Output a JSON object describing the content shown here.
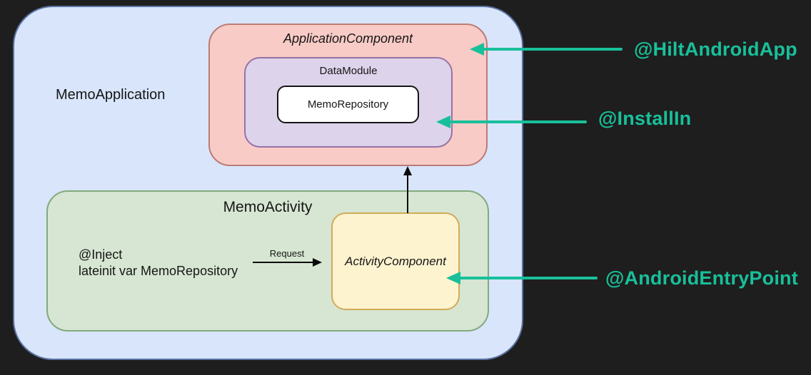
{
  "colors": {
    "background": "#1e1e1e",
    "app_box_fill": "#d8e5fb",
    "app_box_stroke": "#5a72a2",
    "application_component_fill": "#f8cbc7",
    "application_component_stroke": "#bd7b75",
    "data_module_fill": "#ddd3ea",
    "data_module_stroke": "#9673a6",
    "memo_repository_fill": "#ffffff",
    "memo_repository_stroke": "#141414",
    "memo_activity_fill": "#d6e6d2",
    "memo_activity_stroke": "#83a97c",
    "activity_component_fill": "#fdf3cf",
    "activity_component_stroke": "#d2ab59",
    "annotation": "#18c09a",
    "arrow_black": "#0a0a0a"
  },
  "diagram": {
    "memo_application": "MemoApplication",
    "application_component": "ApplicationComponent",
    "data_module": "DataModule",
    "memo_repository": "MemoRepository",
    "memo_activity": "MemoActivity",
    "inject_line1": "@Inject",
    "inject_line2": "lateinit var MemoRepository",
    "request_label": "Request",
    "activity_component": "ActivityComponent"
  },
  "annotations": [
    {
      "label": "@HiltAndroidApp",
      "points_to": "ApplicationComponent"
    },
    {
      "label": "@InstallIn",
      "points_to": "DataModule"
    },
    {
      "label": "@AndroidEntryPoint",
      "points_to": "ActivityComponent"
    }
  ]
}
